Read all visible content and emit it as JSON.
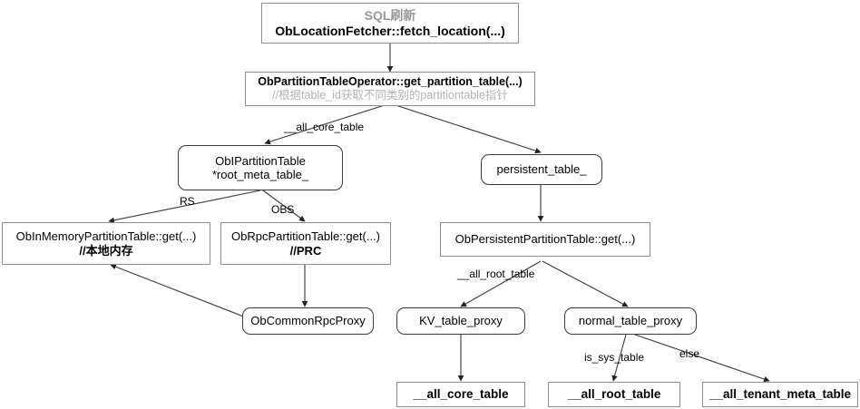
{
  "diagram": {
    "title_node": {
      "header": "SQL刷新",
      "func": "ObLocationFetcher::fetch_location(...)"
    },
    "nodes": [
      {
        "id": "n1",
        "line1": "SQL刷新",
        "line2": "ObLocationFetcher::fetch_location(...)"
      },
      {
        "id": "n2",
        "line1": "ObPartitionTableOperator::get_partition_table(...)",
        "line2": "//根据table_id获取不同类别的partitiontable指针"
      },
      {
        "id": "n3",
        "line1": "ObIPartitionTable",
        "line2": "*root_meta_table_"
      },
      {
        "id": "n4",
        "line1": "persistent_table_",
        "line2": ""
      },
      {
        "id": "n5",
        "line1": "ObInMemoryPartitionTable::get(...)",
        "line2": "//本地内存"
      },
      {
        "id": "n6",
        "line1": "ObRpcPartitionTable::get(...)",
        "line2": "//PRC"
      },
      {
        "id": "n7",
        "line1": "ObPersistentPartitionTable::get(...)",
        "line2": ""
      },
      {
        "id": "n8",
        "line1": "ObCommonRpcProxy",
        "line2": ""
      },
      {
        "id": "n9",
        "line1": "KV_table_proxy",
        "line2": ""
      },
      {
        "id": "n10",
        "line1": "normal_table_proxy",
        "line2": ""
      },
      {
        "id": "n11",
        "line1": "__all_core_table",
        "line2": ""
      },
      {
        "id": "n12",
        "line1": "__all_root_table",
        "line2": ""
      },
      {
        "id": "n13",
        "line1": "__all_tenant_meta_table",
        "line2": ""
      }
    ],
    "edge_labels": {
      "all_core_table": "__all_core_table",
      "rs": "RS",
      "obs": "OBS",
      "all_root_table": "__all_root_table",
      "is_sys_table": "is_sys_table",
      "else": "else"
    },
    "colors": {
      "background": "#ffffff",
      "box_border_gray": "#9a9a9a",
      "box_border_dark": "#3a3a3a",
      "text": "#000000",
      "title_gray": "#999999",
      "comment_gray": "#b3b3b3",
      "edge": "#3a3a3a"
    }
  }
}
